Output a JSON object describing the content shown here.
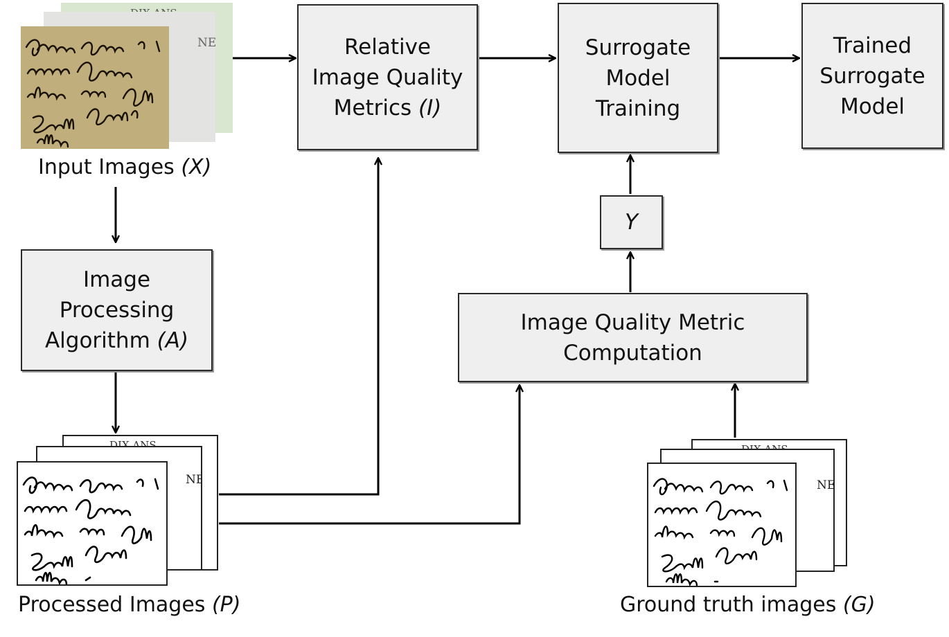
{
  "boxes": {
    "rel_metrics": {
      "lines": [
        "Relative",
        "Image Quality"
      ],
      "last_text": "Metrics ",
      "last_var": "(I)"
    },
    "surrogate_training": {
      "lines": [
        "Surrogate",
        "Model",
        "Training"
      ]
    },
    "trained_model": {
      "lines": [
        "Trained",
        "Surrogate",
        "Model"
      ]
    },
    "algorithm": {
      "lines": [
        "Image",
        "Processing"
      ],
      "last_text": "Algorithm ",
      "last_var": "(A)"
    },
    "y": {
      "var": "Y"
    },
    "iqm": {
      "lines": [
        "Image Quality Metric",
        "Computation"
      ]
    }
  },
  "captions": {
    "input": {
      "text": "Input Images ",
      "var": "(X)"
    },
    "processed": {
      "text": "Processed Images ",
      "var": "(P)"
    },
    "ground_truth": {
      "text": "Ground truth images ",
      "var": "(G)"
    }
  },
  "document_glyphs": {
    "header": "DIX ANS",
    "side": "NE"
  },
  "colors": {
    "box_fill": "#efefef",
    "box_border": "#2a2a2a",
    "arrow": "#000000",
    "parchment": "#c9b98a",
    "ink": "#1b1206"
  }
}
